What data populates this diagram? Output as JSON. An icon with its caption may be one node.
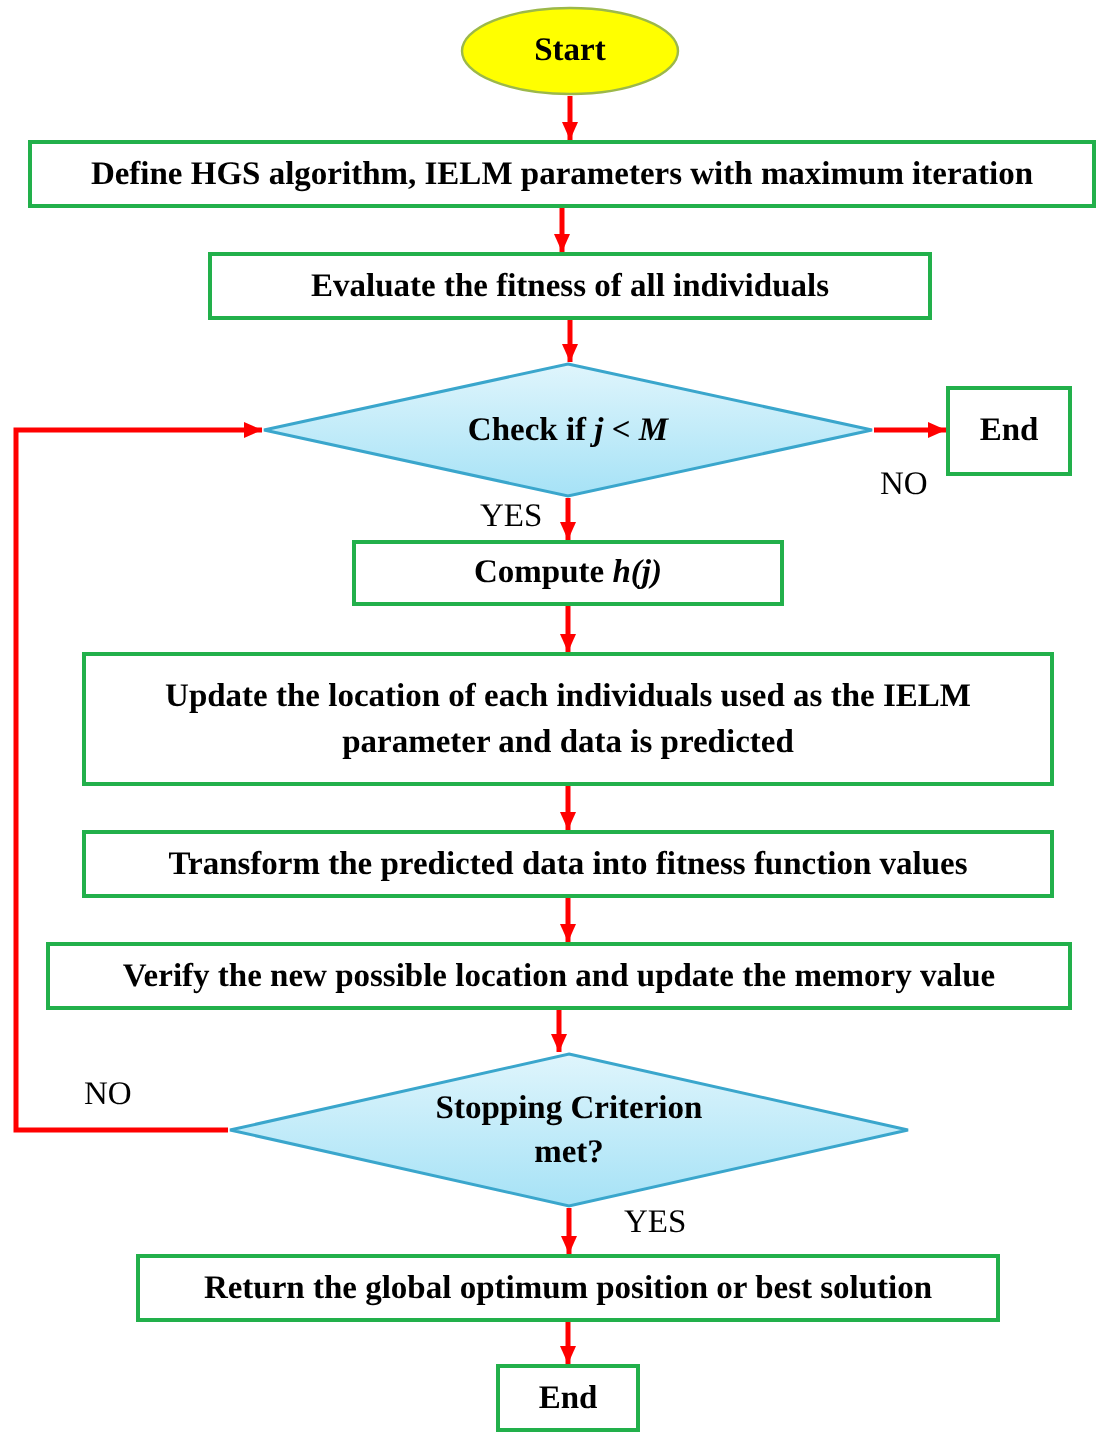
{
  "diagram": {
    "nodes": [
      {
        "text": [
          "Start"
        ]
      },
      {
        "text": [
          "Define HGS algorithm, IELM parameters with maximum iteration"
        ]
      },
      {
        "text": [
          "Evaluate the fitness of all individuals"
        ]
      },
      {
        "text": [
          "Check if *j < M*"
        ]
      },
      {
        "text": [
          "End"
        ]
      },
      {
        "text": [
          "Compute *h(j)*"
        ]
      },
      {
        "text": [
          "Update the location of each individuals used as the IELM parameter and data is predicted"
        ]
      },
      {
        "text": [
          "Transform the predicted data into fitness function values"
        ]
      },
      {
        "text": [
          "Verify the new possible location and update the memory value"
        ]
      },
      {
        "text": [
          "Stopping Criterion met?"
        ]
      },
      {
        "text": [
          "Return the global optimum position or best solution"
        ]
      },
      {
        "text": [
          "End"
        ]
      }
    ],
    "edges": [
      {
        "from": 0,
        "to": 1,
        "arrow": "to"
      },
      {
        "from": 1,
        "to": 2,
        "arrow": "to"
      },
      {
        "from": 2,
        "to": 3,
        "arrow": "to"
      },
      {
        "from": 3,
        "to": 4,
        "arrow": "to",
        "label": "NO"
      },
      {
        "from": 3,
        "to": 5,
        "arrow": "to",
        "label": "YES"
      },
      {
        "from": 5,
        "to": 6,
        "arrow": "to"
      },
      {
        "from": 6,
        "to": 7,
        "arrow": "to"
      },
      {
        "from": 7,
        "to": 8,
        "arrow": "to"
      },
      {
        "from": 8,
        "to": 9,
        "arrow": "to"
      },
      {
        "from": 9,
        "to": 3,
        "arrow": "to",
        "label": "NO"
      },
      {
        "from": 9,
        "to": 10,
        "arrow": "to",
        "label": "YES"
      },
      {
        "from": 10,
        "to": 11,
        "arrow": "to"
      }
    ]
  }
}
